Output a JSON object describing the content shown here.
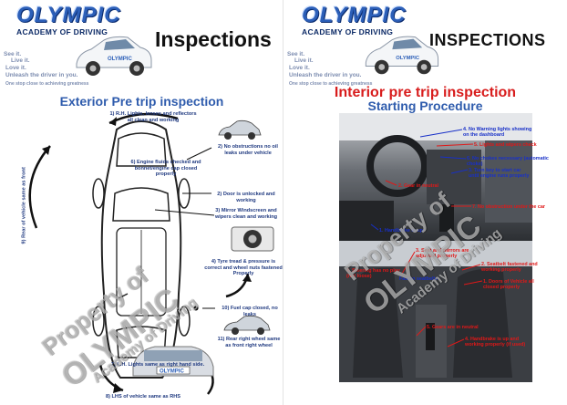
{
  "left": {
    "logo": {
      "word": "OLYMPIC",
      "sub": "ACADEMY OF DRIVING"
    },
    "tagline": {
      "l1": "See it.",
      "l2": "Live it.",
      "l3": "Love it.",
      "l4": "Unleash the driver in you.",
      "l5": "One stop close to achieving greatness"
    },
    "heading": "Inspections",
    "subtitle": "Exterior Pre trip inspection",
    "notes": {
      "n1": "1) R.H. Lights, lenses and reflectors all clean and working",
      "n2": "2) No obstructions no oil leaks under vehicle",
      "n6": "6) Engine fluids checked and bonnet/engine cap closed properly",
      "n2b": "2) Door is unlocked and working",
      "n3": "3) Mirror Windscreen and wipers clean and working",
      "n4": "4) Tyre tread & pressure is correct and wheel nuts fastened Properly",
      "n9": "9) Rear of vehicle same as front",
      "n10": "10) Fuel cap closed, no leaks",
      "n11": "11) Rear right wheel same as front right wheel",
      "n7": "7) L.H. Lights same as right hand side.",
      "n8": "8) LHS of vehicle same as RHS"
    },
    "plate": "OLYMPIC",
    "watermark": {
      "w1": "Property of",
      "w2": "OLYMPIC",
      "w3": "Academy of Driving"
    }
  },
  "right": {
    "logo": {
      "word": "OLYMPIC",
      "sub": "ACADEMY OF DRIVING"
    },
    "tagline": {
      "l1": "See it.",
      "l2": "Live it.",
      "l3": "Love it.",
      "l4": "Unleash the driver in you.",
      "l5": "One stop close to achieving greatness"
    },
    "heading": "INSPECTIONS",
    "subtitle1": "Interior pre trip inspection",
    "subtitle2": "Starting Procedure",
    "notes": {
      "i1": "4. No Warning lights showing on the dashboard",
      "i2": "5. Lights and wipers check",
      "i3": "6. No chokes necessary (automatic choke)",
      "i4": "3. Turn key to start car until engine runs properly",
      "i5": "2. Gear in neutral",
      "i6": "7. No obstruction under the car",
      "i7": "1. Handbrake is up",
      "i8": "3. Seat and mirrors are adjusted properly",
      "i9": "2. Seatbelt fastened and working properly",
      "i10": "4. Steering has no play (not loose)",
      "i11": "Fasten seatbelts",
      "i12": "1. Doors of Vehicle all closed properly",
      "i13": "5. Gears are in neutral",
      "i14": "4. Handbrake is up and working properly (if used)"
    },
    "watermark": {
      "w1": "Property of",
      "w2": "OLYMPIC",
      "w3": "Academy of Driving"
    }
  }
}
